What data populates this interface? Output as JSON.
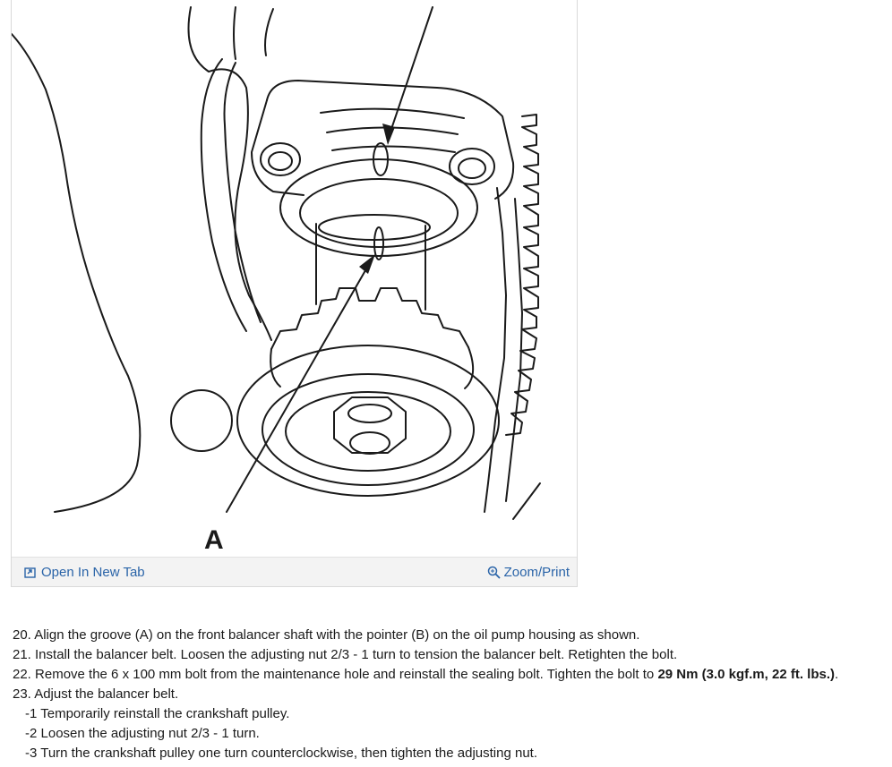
{
  "figure": {
    "callout_label": "A",
    "toolbar": {
      "open_tab_label": "Open In New Tab",
      "zoom_print_label": "Zoom/Print",
      "open_icon": "open-external-icon",
      "zoom_icon": "magnifier-icon"
    }
  },
  "steps": [
    {
      "text": "20. Align the groove (A) on the front balancer shaft with the pointer (B) on the oil pump housing as shown."
    },
    {
      "text": "21. Install the balancer belt. Loosen the adjusting nut 2/3 - 1 turn to tension the balancer belt. Retighten the bolt."
    },
    {
      "text": "22. Remove the 6 x 100 mm bolt from the maintenance hole and reinstall the sealing bolt. Tighten the bolt to ",
      "bold": "29 Nm (3.0 kgf.m, 22 ft. lbs.)",
      "tail": "."
    },
    {
      "text": "23. Adjust the balancer belt."
    },
    {
      "text": "-1 Temporarily reinstall the crankshaft pulley."
    },
    {
      "text": "-2 Loosen the adjusting nut 2/3 - 1 turn."
    },
    {
      "text": "-3 Turn the crankshaft pulley one turn counterclockwise, then tighten the adjusting nut."
    }
  ],
  "colors": {
    "link": "#2a64a8",
    "toolbar_bg": "#f3f3f3",
    "line_art": "#1a1a1a"
  }
}
